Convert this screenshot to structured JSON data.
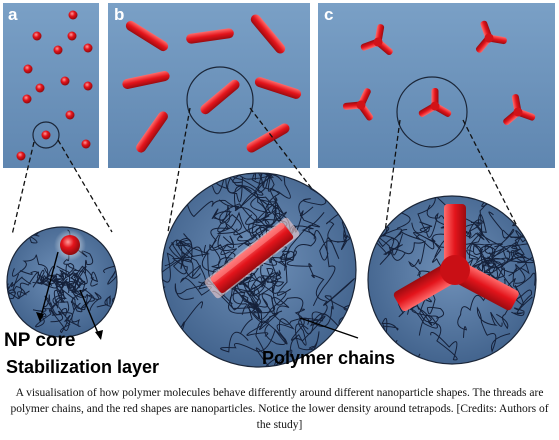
{
  "panels": [
    {
      "letter": "a"
    },
    {
      "letter": "b"
    },
    {
      "letter": "c"
    }
  ],
  "labels": {
    "np_core": "NP core",
    "stabilization_layer": "Stabilization layer",
    "polymer_chains": "Polymer chains"
  },
  "caption": "A visualisation of how polymer molecules behave differently around different nanoparticle shapes. The threads are polymer chains, and the red shapes are nanoparticles. Notice the lower density around tetrapods. [Credits: Authors of the study]",
  "colors": {
    "panel_bg": "#6d93ba",
    "zoom_fill": "#4d6f96",
    "particle_red": "#e3141b",
    "polymer_line": "#15213a"
  }
}
